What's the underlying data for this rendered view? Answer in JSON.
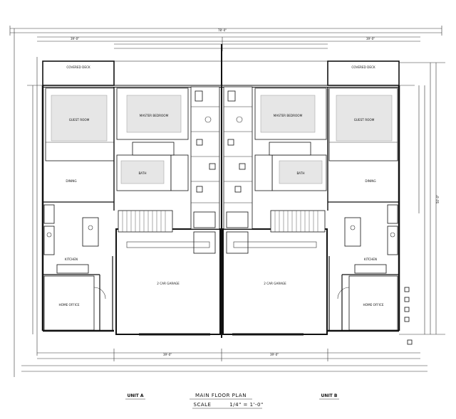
{
  "title_block": {
    "plan_title": "MAIN FLOOR PLAN",
    "scale_label": "SCALE",
    "scale_value": "1/4\" = 1'-0\"",
    "unit_left": "UNIT A",
    "unit_right": "UNIT B"
  },
  "rooms": {
    "bedroom_left": "GUEST ROOM",
    "master_left": "MASTER BEDROOM",
    "master_right": "MASTER BEDROOM",
    "bedroom_right": "GUEST ROOM",
    "bath_left": "BATH",
    "bath_right": "BATH",
    "living_left": "DINING",
    "living_right": "DINING",
    "kitchen_left": "KITCHEN",
    "kitchen_right": "KITCHEN",
    "garage_left": "2 CAR GARAGE",
    "garage_right": "2 CAR GARAGE",
    "office_left": "HOME OFFICE",
    "office_right": "HOME OFFICE",
    "covered_left": "COVERED DECK",
    "covered_right": "COVERED DECK"
  },
  "dimensions": {
    "overall": "78'-0\"",
    "top_left": "39'-0\"",
    "top_right": "39'-0\"",
    "bottom_left": "39'-0\"",
    "bottom_right": "39'-0\"",
    "side_overall": "50'-0\""
  }
}
